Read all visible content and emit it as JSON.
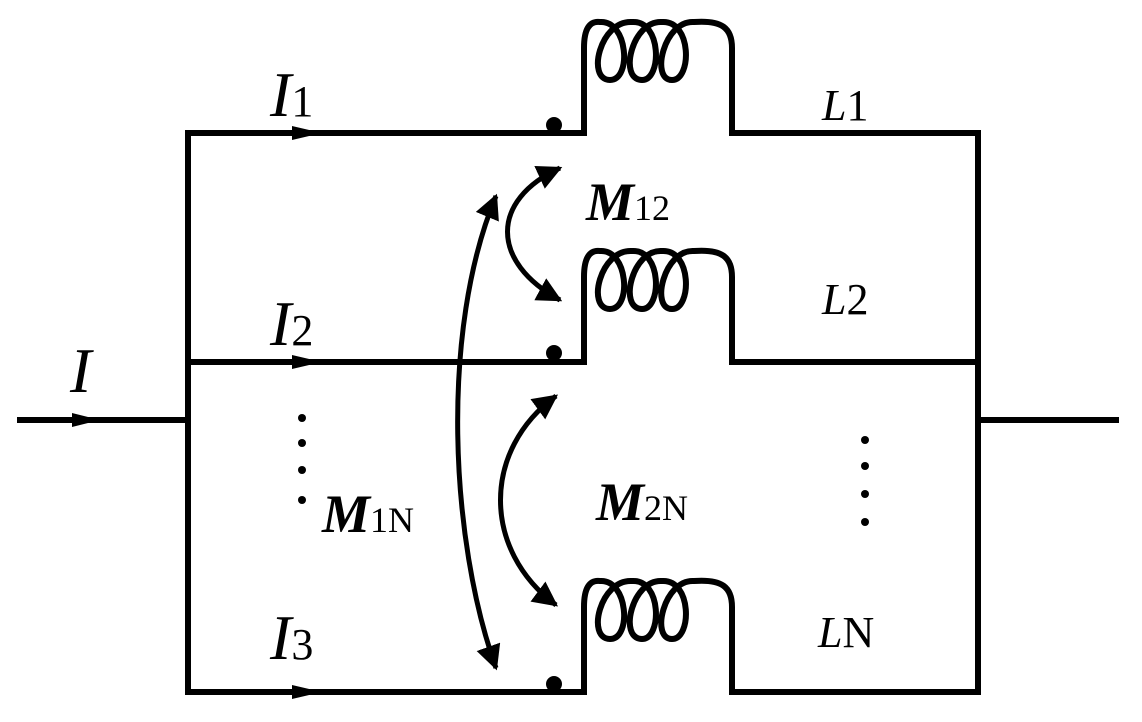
{
  "labels": {
    "I": "I",
    "I1_main": "I",
    "I1_sub": "1",
    "I2_main": "I",
    "I2_sub": "2",
    "I3_main": "I",
    "I3_sub": "3",
    "L1_main": "L",
    "L1_sub": "1",
    "L2_main": "L",
    "L2_sub": "2",
    "LN_main": "L",
    "LN_sub": "N",
    "M12_main": "M",
    "M12_sub": "12",
    "M1N_main": "M",
    "M1N_sub": "1N",
    "M2N_main": "M",
    "M2N_sub": "2N"
  },
  "colors": {
    "stroke": "#000000",
    "background": "#ffffff"
  }
}
